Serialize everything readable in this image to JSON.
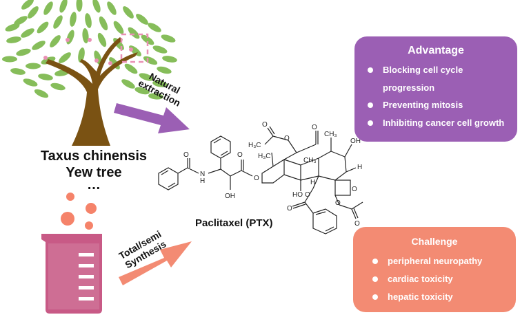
{
  "source_labels": {
    "tree_line1": "Taxus chinensis",
    "tree_line2": "Yew tree",
    "ellipsis": "…"
  },
  "arrows": {
    "natural_line1": "Natural",
    "natural_line2": "extraction",
    "synthesis_line1": "Total/semi",
    "synthesis_line2": "Synthesis"
  },
  "molecule": {
    "name": "Paclitaxel (PTX)",
    "atom_labels": {
      "o": "O",
      "h": "H",
      "oh": "OH",
      "ho": "HO",
      "nh": "H",
      "n": "N",
      "h3c": "H₃C",
      "ch3": "CH₃",
      "ch3b": "CH₃",
      "h3c2": "H₃C"
    }
  },
  "advantage": {
    "title": "Advantage",
    "items": [
      {
        "line1": "Blocking cell cycle",
        "line2": "progression"
      },
      {
        "line1": "Preventing mitosis",
        "line2": ""
      },
      {
        "line1": "Inhibiting cancer cell growth",
        "line2": ""
      }
    ]
  },
  "challenge": {
    "title": "Challenge",
    "items": [
      "peripheral neuropathy",
      "cardiac toxicity",
      "hepatic toxicity"
    ]
  },
  "colors": {
    "advantage_panel": "#9b5fb4",
    "challenge_panel": "#f38b73",
    "leaf": "#86bd5a",
    "trunk": "#7a5213",
    "beaker": "#c85a86",
    "bubble": "#f5836a",
    "natural_arrow": "#9b5fb4",
    "synthesis_arrow": "#f38b73",
    "highlight_dots": "#e98fb4"
  },
  "icons": [
    "yew-tree-icon",
    "beaker-icon",
    "molecule-structure"
  ]
}
